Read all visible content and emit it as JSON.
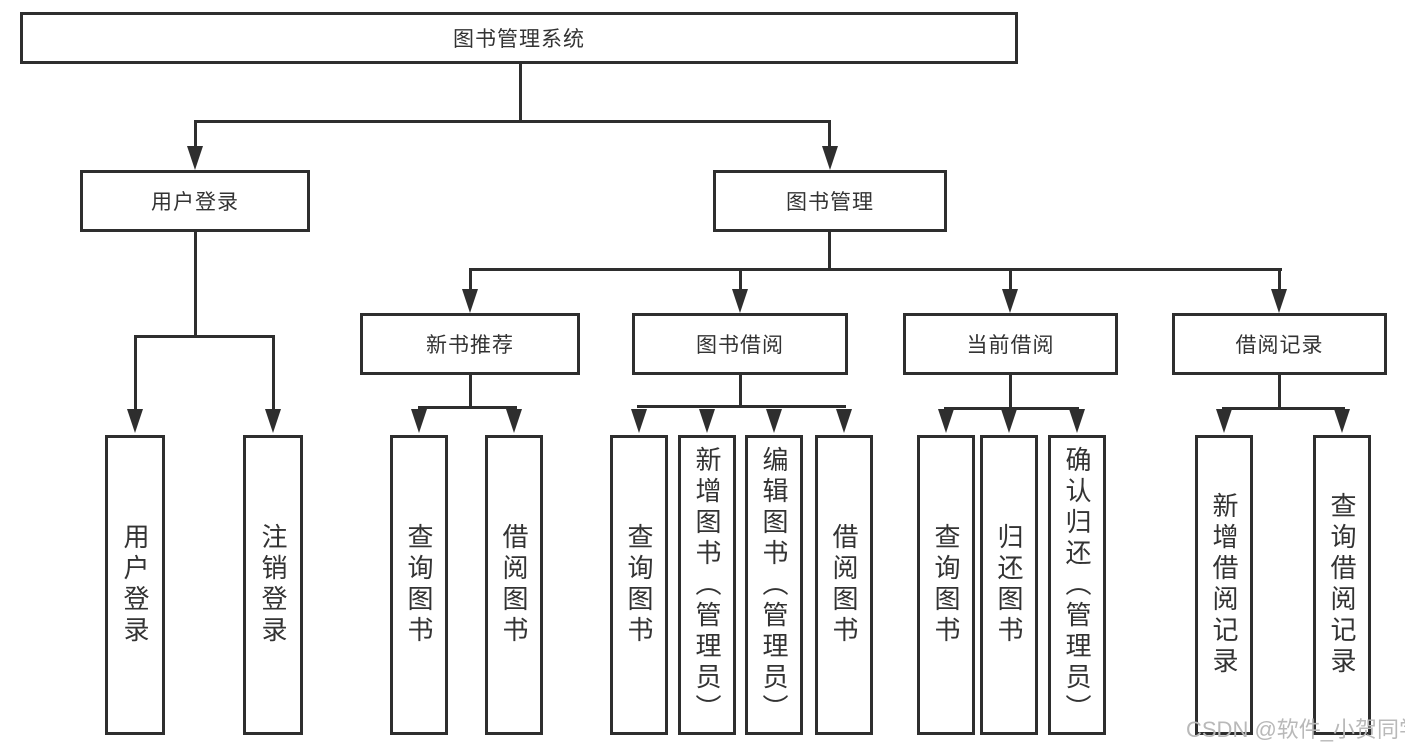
{
  "colors": {
    "line": "#2e2e2e",
    "text": "#333333",
    "background": "#ffffff",
    "watermark": "#b9b9b9"
  },
  "diagram": {
    "root": {
      "label": "图书管理系统"
    },
    "level2": [
      {
        "label": "用户登录"
      },
      {
        "label": "图书管理"
      }
    ],
    "level3": [
      {
        "label": "新书推荐"
      },
      {
        "label": "图书借阅"
      },
      {
        "label": "当前借阅"
      },
      {
        "label": "借阅记录"
      }
    ],
    "leaves_login": [
      {
        "label": "用户登录"
      },
      {
        "label": "注销登录"
      }
    ],
    "leaves_recommend": [
      {
        "label": "查询图书"
      },
      {
        "label": "借阅图书"
      }
    ],
    "leaves_borrow": [
      {
        "label": "查询图书"
      },
      {
        "label": "新增图书（管理员）"
      },
      {
        "label": "编辑图书（管理员）"
      },
      {
        "label": "借阅图书"
      }
    ],
    "leaves_current": [
      {
        "label": "查询图书"
      },
      {
        "label": "归还图书"
      },
      {
        "label": "确认归还（管理员）"
      }
    ],
    "leaves_record": [
      {
        "label": "新增借阅记录"
      },
      {
        "label": "查询借阅记录"
      }
    ]
  },
  "watermark": {
    "text": "CSDN @软件_小贺同学"
  }
}
